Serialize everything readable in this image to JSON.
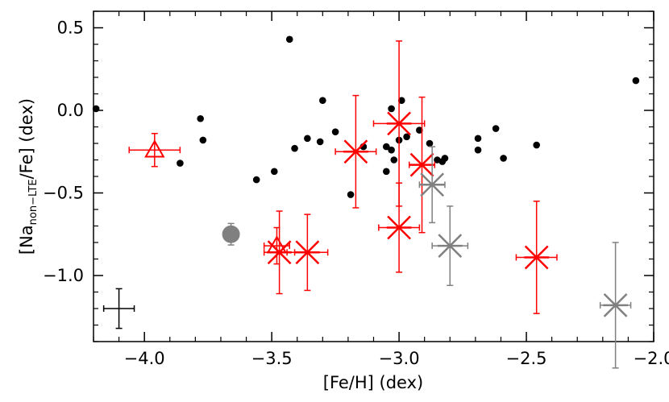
{
  "chart_data": {
    "type": "scatter",
    "xlabel": "[Fe/H] (dex)",
    "ylabel_parts": {
      "before": "[Na",
      "sub": "non−LTE",
      "after": "/Fe] (dex)"
    },
    "xlim": [
      -4.2,
      -2.0
    ],
    "ylim": [
      -1.4,
      0.6
    ],
    "xticks": [
      -4.0,
      -3.5,
      -3.0,
      -2.5,
      -2.0
    ],
    "xtick_labels": [
      "−4.0",
      "−3.5",
      "−3.0",
      "−2.5",
      "−2.0"
    ],
    "yticks": [
      0.5,
      0.0,
      -0.5,
      -1.0
    ],
    "ytick_labels": [
      "0.5",
      "0.0",
      "−0.5",
      "−1.0"
    ],
    "grid": false,
    "colors": {
      "black": "#000000",
      "red": "#ff0000",
      "gray": "#808080",
      "axis": "#000000"
    },
    "series": [
      {
        "marker": "dot",
        "color": "black",
        "points": [
          {
            "x": -4.19,
            "y": 0.01
          },
          {
            "x": -3.86,
            "y": -0.32
          },
          {
            "x": -3.78,
            "y": -0.05
          },
          {
            "x": -3.77,
            "y": -0.18
          },
          {
            "x": -3.56,
            "y": -0.42
          },
          {
            "x": -3.49,
            "y": -0.37
          },
          {
            "x": -3.43,
            "y": 0.43
          },
          {
            "x": -3.41,
            "y": -0.23
          },
          {
            "x": -3.36,
            "y": -0.17
          },
          {
            "x": -3.31,
            "y": -0.19
          },
          {
            "x": -3.3,
            "y": 0.06
          },
          {
            "x": -3.25,
            "y": -0.13
          },
          {
            "x": -3.19,
            "y": -0.51
          },
          {
            "x": -3.14,
            "y": -0.22
          },
          {
            "x": -3.05,
            "y": -0.22
          },
          {
            "x": -3.05,
            "y": -0.37
          },
          {
            "x": -3.03,
            "y": 0.01
          },
          {
            "x": -3.03,
            "y": -0.24
          },
          {
            "x": -3.02,
            "y": -0.3
          },
          {
            "x": -3.0,
            "y": -0.18
          },
          {
            "x": -2.99,
            "y": 0.06
          },
          {
            "x": -2.97,
            "y": -0.16
          },
          {
            "x": -2.92,
            "y": -0.12
          },
          {
            "x": -2.88,
            "y": -0.2
          },
          {
            "x": -2.85,
            "y": -0.3
          },
          {
            "x": -2.83,
            "y": -0.31
          },
          {
            "x": -2.82,
            "y": -0.29
          },
          {
            "x": -2.69,
            "y": -0.17
          },
          {
            "x": -2.69,
            "y": -0.24
          },
          {
            "x": -2.62,
            "y": -0.11
          },
          {
            "x": -2.59,
            "y": -0.29
          },
          {
            "x": -2.46,
            "y": -0.21
          },
          {
            "x": -2.07,
            "y": 0.18
          }
        ]
      },
      {
        "marker": "asterisk",
        "color": "red",
        "points": [
          {
            "x": -3.47,
            "y": -0.86,
            "xerr": 0.06,
            "yerr": 0.25
          },
          {
            "x": -3.36,
            "y": -0.86,
            "xerr": 0.08,
            "yerr": 0.23
          },
          {
            "x": -3.17,
            "y": -0.25,
            "xerr": 0.08,
            "yerr": 0.34
          },
          {
            "x": -3.0,
            "y": -0.08,
            "xerr": 0.1,
            "yerr": 0.5
          },
          {
            "x": -3.0,
            "y": -0.71,
            "xerr": 0.08,
            "yerr": 0.27
          },
          {
            "x": -2.91,
            "y": -0.33,
            "xerr": 0.05,
            "yerr": 0.41
          },
          {
            "x": -2.46,
            "y": -0.89,
            "xerr": 0.08,
            "yerr": 0.34
          }
        ]
      },
      {
        "marker": "triangle",
        "color": "red",
        "points": [
          {
            "x": -3.96,
            "y": -0.24,
            "xerr": 0.1,
            "yerr": 0.1
          },
          {
            "x": -3.48,
            "y": -0.82,
            "xerr": 0.05,
            "yerr": 0.11
          }
        ]
      },
      {
        "marker": "asterisk",
        "color": "gray",
        "points": [
          {
            "x": -2.87,
            "y": -0.45,
            "xerr": 0.05,
            "yerr": 0.23
          },
          {
            "x": -2.8,
            "y": -0.82,
            "xerr": 0.07,
            "yerr": 0.24
          },
          {
            "x": -2.15,
            "y": -1.18,
            "xerr": 0.06,
            "yerr": 0.38
          }
        ]
      },
      {
        "marker": "filled-circle",
        "color": "gray",
        "points": [
          {
            "x": -3.66,
            "y": -0.75,
            "xerr": 0.0,
            "yerr": 0.065
          }
        ]
      },
      {
        "marker": "cross",
        "color": "black",
        "points": [
          {
            "x": -4.1,
            "y": -1.2,
            "xerr": 0.06,
            "yerr": 0.12
          }
        ]
      }
    ]
  }
}
